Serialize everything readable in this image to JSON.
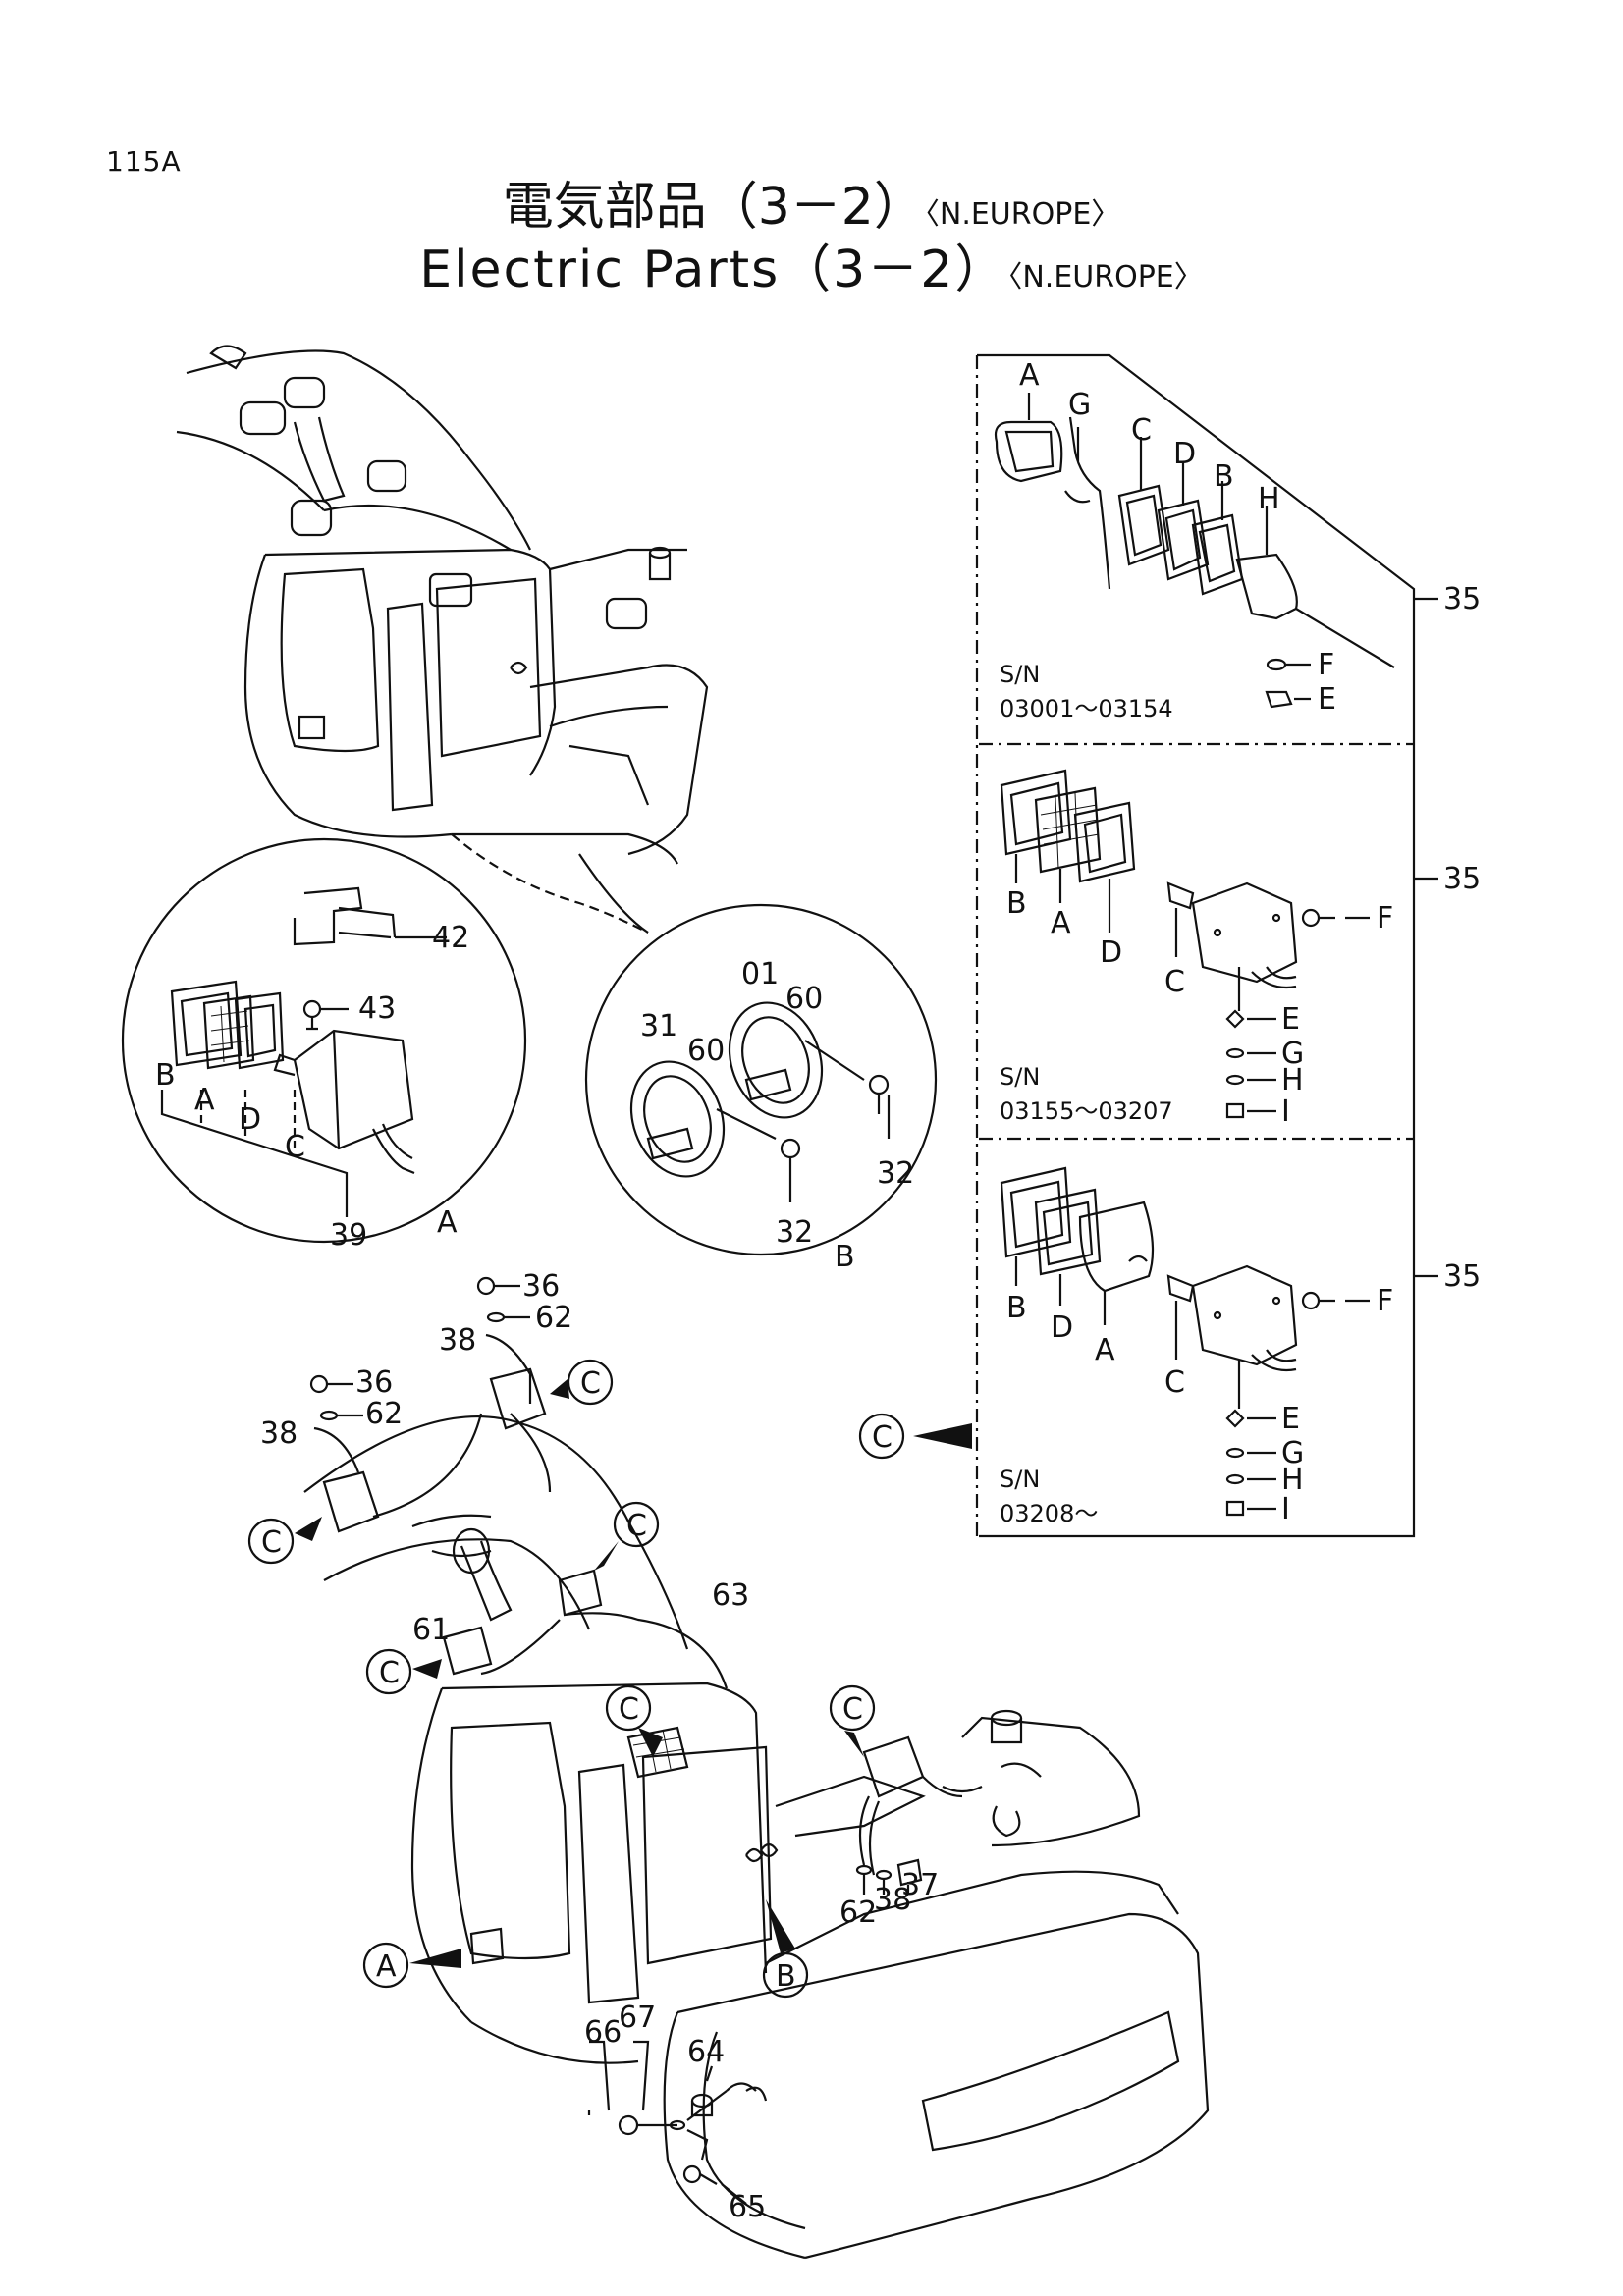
{
  "page_number": "115A",
  "title_jp": "電気部品（3－2）",
  "title_en": "Electric Parts（3－2）",
  "region": "〈N.EUROPE〉",
  "detail_a": {
    "callout": "A",
    "parts": [
      "42",
      "43",
      "39"
    ],
    "letters": [
      "B",
      "A",
      "D",
      "C"
    ]
  },
  "detail_b": {
    "callout": "B",
    "parts": [
      "01",
      "60",
      "31",
      "60",
      "32",
      "32"
    ]
  },
  "main_parts": [
    "36",
    "62",
    "38",
    "36",
    "62",
    "38",
    "61",
    "63",
    "62",
    "38",
    "37",
    "64",
    "66",
    "67",
    "65"
  ],
  "callouts": [
    "C",
    "C",
    "C",
    "C",
    "C",
    "C",
    "A",
    "B",
    "C"
  ],
  "panels": [
    {
      "sn_label": "S/N",
      "sn_range": "03001～03154",
      "ref": "35",
      "letters": [
        "A",
        "G",
        "C",
        "D",
        "B",
        "H",
        "F",
        "E"
      ]
    },
    {
      "sn_label": "S/N",
      "sn_range": "03155～03207",
      "ref": "35",
      "letters": [
        "B",
        "A",
        "D",
        "C",
        "F",
        "E",
        "G",
        "H",
        "I"
      ]
    },
    {
      "sn_label": "S/N",
      "sn_range": "03208～",
      "ref": "35",
      "letters": [
        "B",
        "D",
        "A",
        "C",
        "F",
        "E",
        "G",
        "H",
        "I"
      ]
    }
  ]
}
